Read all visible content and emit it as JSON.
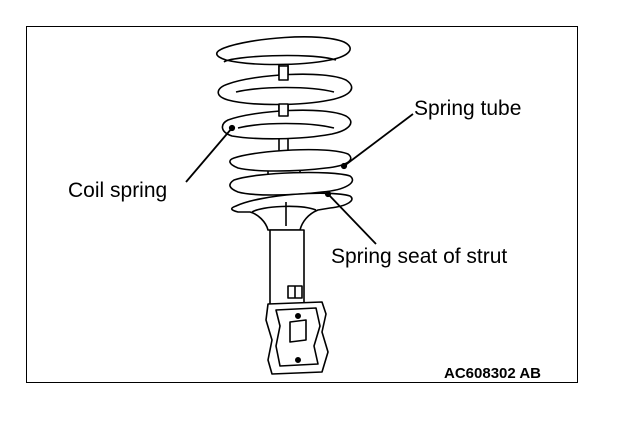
{
  "labels": {
    "coil_spring": "Coil spring",
    "spring_tube": "Spring tube",
    "spring_seat": "Spring seat of strut"
  },
  "figure_code": "AC608302 AB",
  "colors": {
    "line": "#000000",
    "background": "#ffffff"
  }
}
